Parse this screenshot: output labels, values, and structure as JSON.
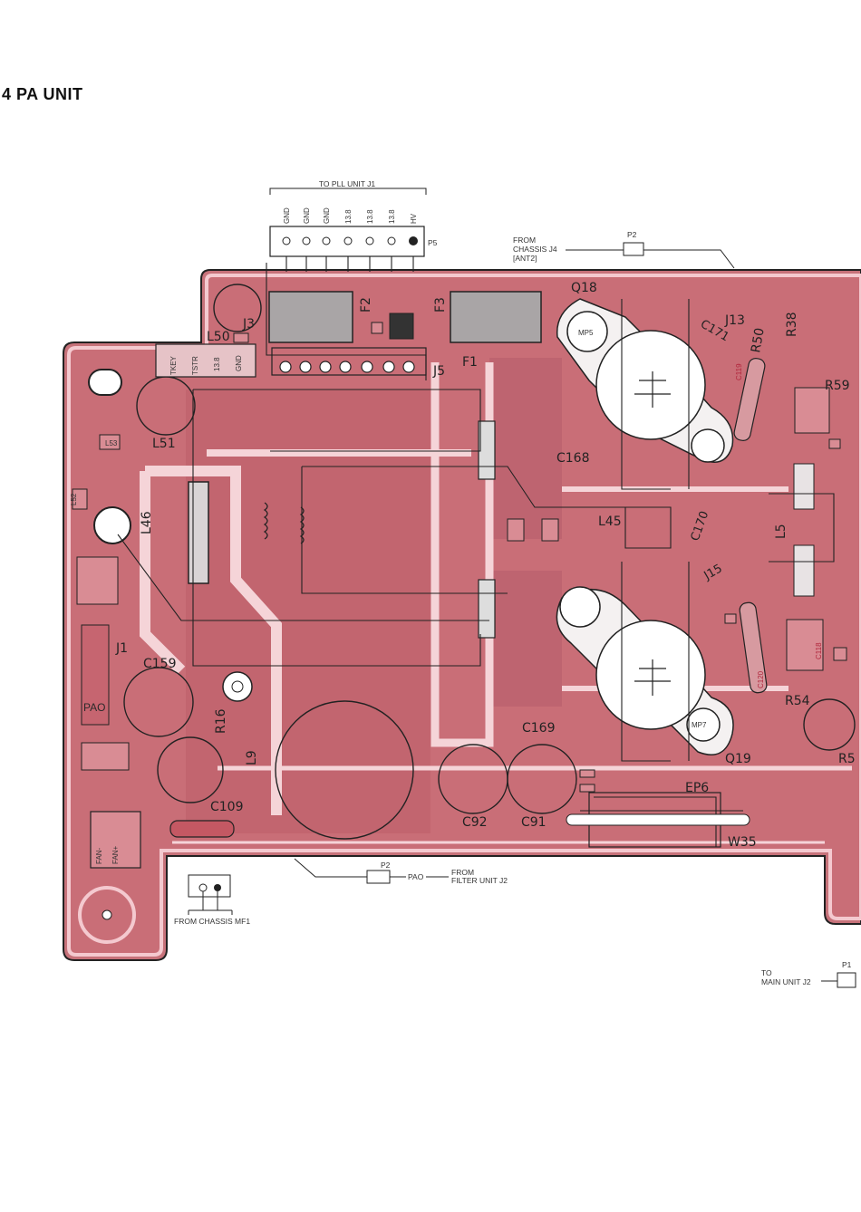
{
  "heading": "4  PA UNIT",
  "connectors": {
    "p5_header": "TO PLL UNIT J1",
    "p5_pins": [
      "GND",
      "GND",
      "GND",
      "13.8",
      "13.8",
      "13.8",
      "HV"
    ],
    "p5_name": "P5",
    "top_right": {
      "label_lines": [
        "FROM",
        "CHASSIS J4",
        "[ANT2]"
      ],
      "plug": "P2"
    },
    "bottom_mid": {
      "plug": "P2",
      "signal": "PAO",
      "label_lines": [
        "FROM",
        "FILTER UNIT J2"
      ]
    },
    "bottom_left": {
      "label": "FROM CHASSIS MF1"
    },
    "bottom_right": {
      "label_lines": [
        "TO",
        "MAIN UNIT J2"
      ],
      "plug": "P1"
    }
  },
  "components": {
    "Q18": "Q18",
    "Q19": "Q19",
    "MP5": "MP5",
    "MP7": "MP7",
    "C168": "C168",
    "C169": "C169",
    "C170": "C170",
    "C171": "C171",
    "C159": "C159",
    "C109": "C109",
    "C92": "C92",
    "C91": "C91",
    "L45": "L45",
    "L46": "L46",
    "L50": "L50",
    "L51": "L51",
    "L5": "L5",
    "L9": "L9",
    "J1": "J1",
    "J3": "J3",
    "J5": "J5",
    "J13": "J13",
    "J15": "J15",
    "F1": "F1",
    "F2": "F2",
    "F3": "F3",
    "R16": "R16",
    "R38": "R38",
    "R50": "R50",
    "R54": "R54",
    "R59": "R59",
    "R5": "R5",
    "EP6": "EP6",
    "W35": "W35",
    "PAO": "PAO",
    "TKEY": "TKEY",
    "TSTR": "TSTR",
    "V138": "13.8",
    "GND": "GND",
    "FAN_M": "FAN-",
    "FAN_P": "FAN+",
    "L52": "L52",
    "L53": "L53",
    "C120": "C120",
    "C119": "C119",
    "C118": "C118"
  }
}
